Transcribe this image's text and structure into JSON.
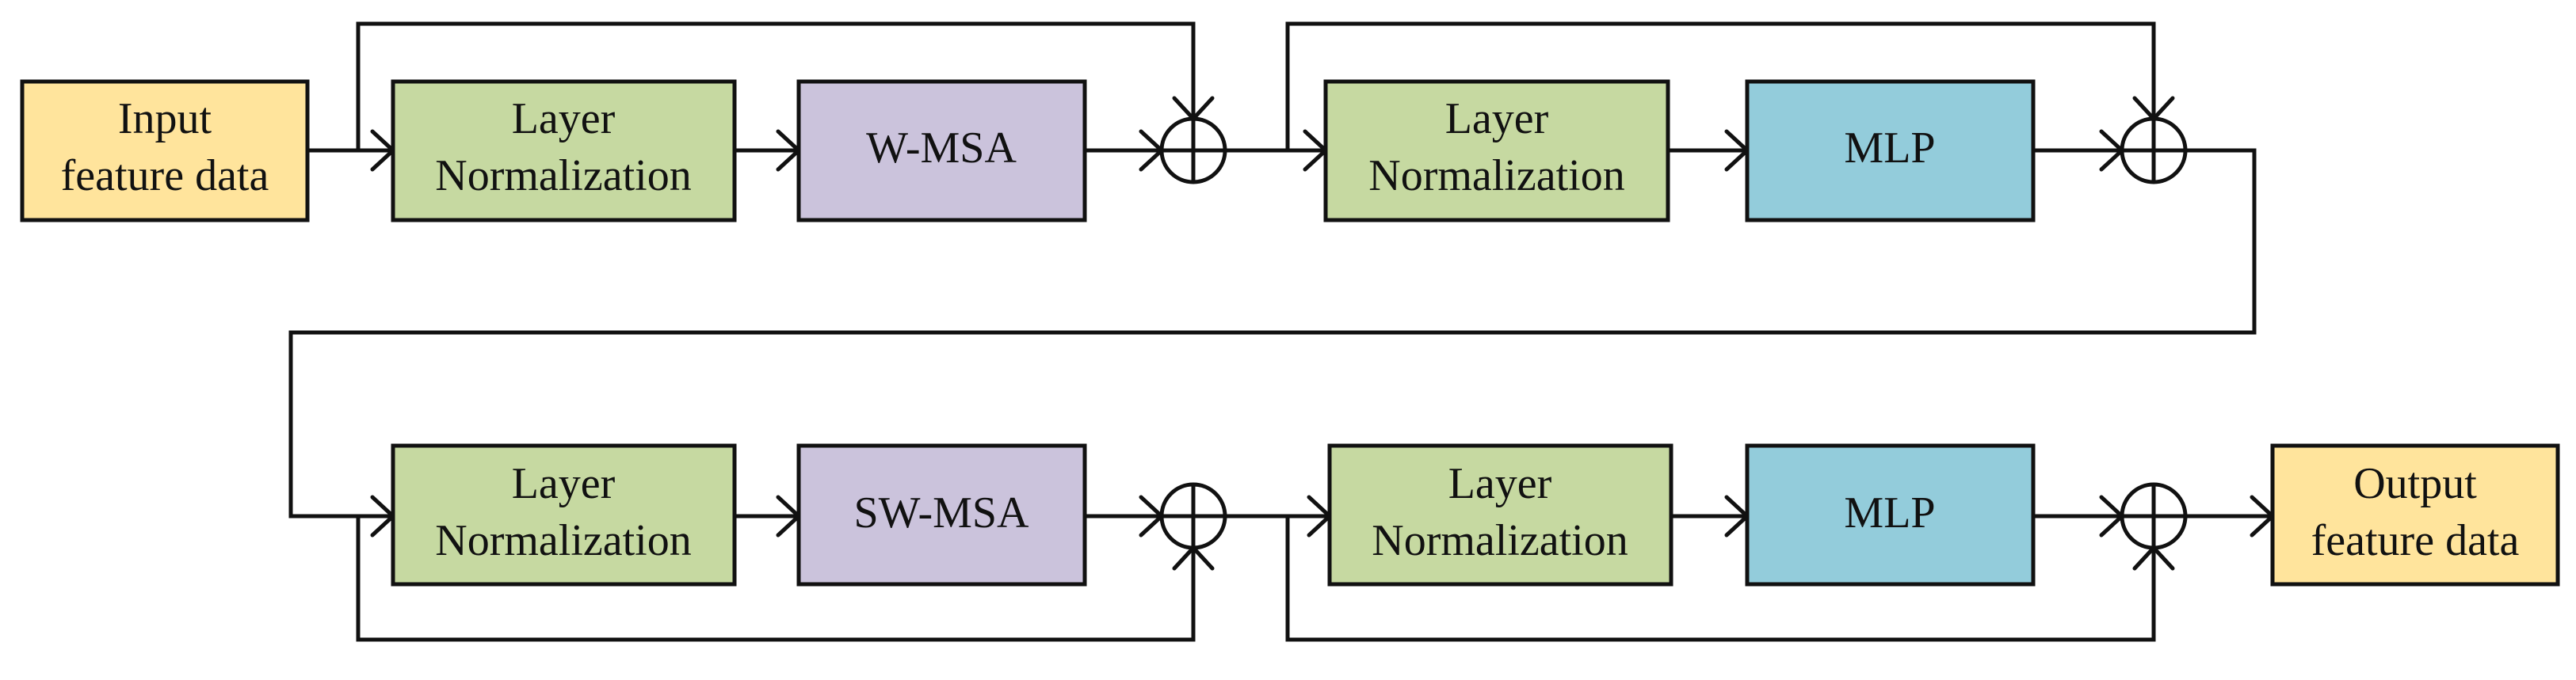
{
  "colors": {
    "io_fill": "#ffe49c",
    "norm_fill": "#c6d9a1",
    "attention_fill": "#cbc3dc",
    "mlp_fill": "#93ccdb",
    "stroke": "#111111",
    "background": "#ffffff"
  },
  "blocks": {
    "input": {
      "line1": "Input",
      "line2": "feature data"
    },
    "ln1": {
      "line1": "Layer",
      "line2": "Normalization"
    },
    "wmsa": {
      "label": "W-MSA"
    },
    "ln2": {
      "line1": "Layer",
      "line2": "Normalization"
    },
    "mlp1": {
      "label": "MLP"
    },
    "ln3": {
      "line1": "Layer",
      "line2": "Normalization"
    },
    "swmsa": {
      "label": "SW-MSA"
    },
    "ln4": {
      "line1": "Layer",
      "line2": "Normalization"
    },
    "mlp2": {
      "label": "MLP"
    },
    "output": {
      "line1": "Output",
      "line2": "feature data"
    }
  },
  "adders": [
    {
      "name": "add-1",
      "symbol": "⊕"
    },
    {
      "name": "add-2",
      "symbol": "⊕"
    },
    {
      "name": "add-3",
      "symbol": "⊕"
    },
    {
      "name": "add-4",
      "symbol": "⊕"
    }
  ]
}
